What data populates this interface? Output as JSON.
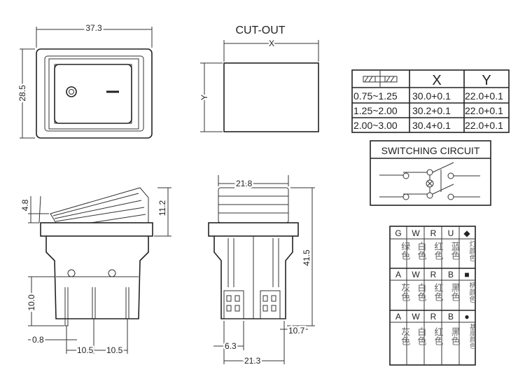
{
  "top_view": {
    "width_dim": "37.3",
    "height_dim": "28.5"
  },
  "cutout": {
    "title": "CUT-OUT",
    "x_label": "X",
    "y_label": "Y"
  },
  "cutout_table": {
    "headers": [
      "X",
      "Y"
    ],
    "rows": [
      {
        "thickness": "0.75~1.25",
        "x": "30.0+0.1",
        "y": "22.0+0.1"
      },
      {
        "thickness": "1.25~2.00",
        "x": "30.2+0.1",
        "y": "22.0+0.1"
      },
      {
        "thickness": "2.00~3.00",
        "x": "30.4+0.1",
        "y": "22.0+0.1"
      }
    ]
  },
  "switching_circuit": {
    "title": "SWITCHING CIRCUIT"
  },
  "side_view": {
    "dims": [
      "4.8",
      "11.2",
      "10.0",
      "0.8",
      "10.5",
      "10.5"
    ]
  },
  "front_view": {
    "dims": [
      "21.8",
      "41.5",
      "10.7",
      "6.3",
      "21.3"
    ]
  },
  "color_table": {
    "groups": [
      {
        "codes": [
          "G",
          "W",
          "R",
          "U"
        ],
        "symbol": "◆",
        "names": [
          "绿色",
          "白色",
          "红色",
          "蓝色"
        ],
        "label": "灯颜色"
      },
      {
        "codes": [
          "A",
          "W",
          "R",
          "B"
        ],
        "symbol": "■",
        "names": [
          "灰色",
          "白色",
          "红色",
          "黑色"
        ],
        "label": "柄颜色"
      },
      {
        "codes": [
          "A",
          "W",
          "R",
          "B"
        ],
        "symbol": "●",
        "names": [
          "灰色",
          "白色",
          "红色",
          "黑色"
        ],
        "label": "基座颜色"
      }
    ]
  }
}
